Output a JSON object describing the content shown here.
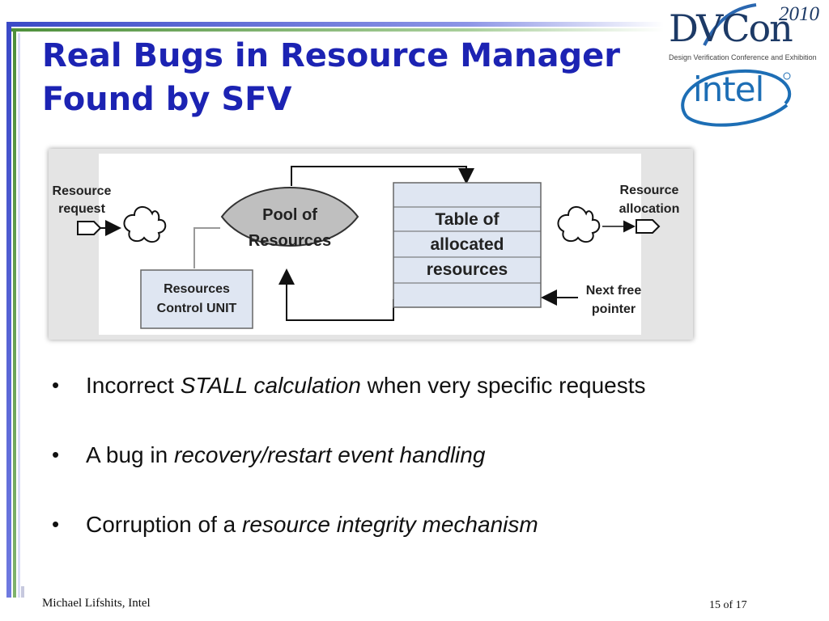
{
  "slide": {
    "title_line1": "Real Bugs in Resource Manager",
    "title_line2": "Found by SFV",
    "colors": {
      "title": "#1c23b3",
      "frame_blue": "#3a49c7",
      "frame_green": "#4d8f3a"
    }
  },
  "logos": {
    "dvcon_main": "DVCon",
    "dvcon_year": "2010",
    "dvcon_sub": "Design Verification Conference and Exhibition",
    "intel": "intel"
  },
  "diagram": {
    "resource_request": [
      "Resource",
      "request"
    ],
    "pool": [
      "Pool of",
      "Resources"
    ],
    "control_unit": [
      "Resources",
      "Control UNIT"
    ],
    "table": [
      "Table of",
      "allocated",
      "resources"
    ],
    "resource_allocation": [
      "Resource",
      "allocation"
    ],
    "next_free_pointer": [
      "Next free",
      "pointer"
    ]
  },
  "bullets": [
    {
      "before": "Incorrect ",
      "emph": "STALL calculation",
      "after": " when very specific requests"
    },
    {
      "before": "A bug in ",
      "emph": "recovery/restart event handling",
      "after": ""
    },
    {
      "before": "Corruption of a ",
      "emph": "resource integrity mechanism",
      "after": ""
    }
  ],
  "footer": {
    "author": "Michael Lifshits, Intel",
    "page": "15 of 17"
  }
}
